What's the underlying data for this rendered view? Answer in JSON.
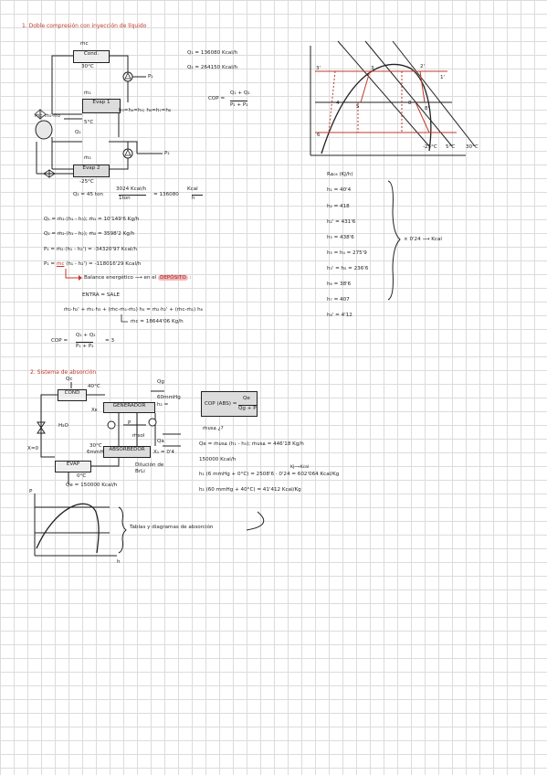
{
  "s1": {
    "title": "1. Doble compresión con inyección de líquido",
    "q1": "Q₁ = 136080 Kcal/h",
    "q2": "Q₂ = 264150 Kcal/h",
    "cop_lhs": "COP =",
    "cop_num": "Q₁ + Q₂",
    "cop_den": "P₁ + P₂",
    "cond": "Cond.",
    "cond_t": "30°C",
    "mc": "ṁc",
    "evap1": "Evap 1",
    "evap2": "Evap 2",
    "m1": "ṁ₁",
    "m2": "ṁ₂",
    "t5": "5°C",
    "tm25": "-25°C",
    "p1": "P₁",
    "p2": "P₂",
    "qlabel1": "Q₁",
    "mix_label": "ṁc-ṁ₁-ṁ₂",
    "mix_right": "h₃=h₄=h₅; h₆=h₇=h₈",
    "q2_calc_a": "Q₂ = 45 ton",
    "q2_frac_num": "3024 Kcal/h",
    "q2_frac_den": "1ton",
    "q2_result": "= 136080",
    "q2_unit_num": "Kcal",
    "q2_unit_den": "h",
    "eq1": "Q₁ = ṁ₁·(h₁ - h₃); ṁ₁ = 10'149'6 Kg/h",
    "eq2": "Q₂ = ṁ₂·(h₁ - h₂); ṁ₂ = 3598'2 Kg/h",
    "eq3": "P₂ = ṁ₂·(h₁ - h₂') = -34320'97 Kcal/h",
    "eq4_pre": "P₁ =",
    "eq4_mc": "ṁc",
    "eq4_post": "(h₁ - h₂') = -118016'29 Kcal/h",
    "balance_pre": "Balance energético ⟶ en el",
    "balance_hl": "DEPÓSITO",
    "balance_post": ":",
    "entra_sale": "ENTRA = SALE",
    "long_eq": "ṁ₂·h₂' + ṁ₁·h₃ + (ṁc-ṁ₁-ṁ₂) h₄ = ṁ₂·h₂' + (ṁc-ṁ₁) h₆",
    "mc_result": "ṁc = 18644'06 Kg/h",
    "cop2_lhs": "COP =",
    "cop2_num": "Q₁ + Q₂",
    "cop2_den": "P₁ + P₂",
    "cop2_val": "= 3"
  },
  "enthalpy": {
    "header": "Rᴀ₀₄ (KJ/h)",
    "rows": [
      "h₁ = 40'4",
      "h₂ = 418",
      "h₂' = 431'6",
      "h₃ = 438'6",
      "h₃ = h₄ = 275'9",
      "h₃' = h₅ = 236'6",
      "h₆ = 38'6",
      "h₇ = 407",
      "h₈' = 4'12"
    ],
    "multiplier": "× 0'24 ⟶ Kcal"
  },
  "ph": {
    "p3": "3'",
    "p3b": "3",
    "p4": "4",
    "p5": "5",
    "p2p": "2'",
    "p1p": "1'",
    "p8": "8",
    "p8p": "8'",
    "p6": "6",
    "iso1": "-25°C",
    "iso2": "5°C",
    "iso3": "30°C"
  },
  "s2": {
    "title": "2. Sistema de absorción",
    "qc": "Qc",
    "cond": "COND",
    "cond_t": "40°C",
    "gen": "GENERADOR",
    "qg": "Qg",
    "gen_p": "60mmHg",
    "gen_h": "h₂ =",
    "evap": "EVAP",
    "evap_t": "0°C",
    "abs": "ABSORBEDOR",
    "qa": "Qa",
    "abs_t": "30°C",
    "abs_p": "6mmHg",
    "xe": "Xᴇ",
    "h2o": "H₂O",
    "x0": "X=0",
    "qe": "Qe = 150000 Kcal/h",
    "p": "P",
    "dil": "Dilución de BrLi",
    "right_lbl": "X₁ = 0'4",
    "sol": "ṁsol",
    "cop_box": "COP (ABS) =",
    "cop_box_num": "Qe",
    "cop_box_den": "Qg + P",
    "musa": "ṁᴜsᴀ ¿?",
    "qe_eq": "Qe = ṁᴜsᴀ (h₁ - h₅); ṁᴜsᴀ = 446'18 Kg/h",
    "qe_val": "150000 Kcal/h",
    "h_eq1_a": "h₁ (6 mmHg + 0°C) = 2508'6 · 0'24 = 602'064 Kcal/Kg",
    "h_eq1_note": "KJ⟶Kcal",
    "h_eq2": "h₂ (60 mmHg + 40°C) = 41'412 Kcal/Kg",
    "tablas": "Tablas y diagramas de absorción",
    "axis_p": "P",
    "axis_h": "h"
  }
}
